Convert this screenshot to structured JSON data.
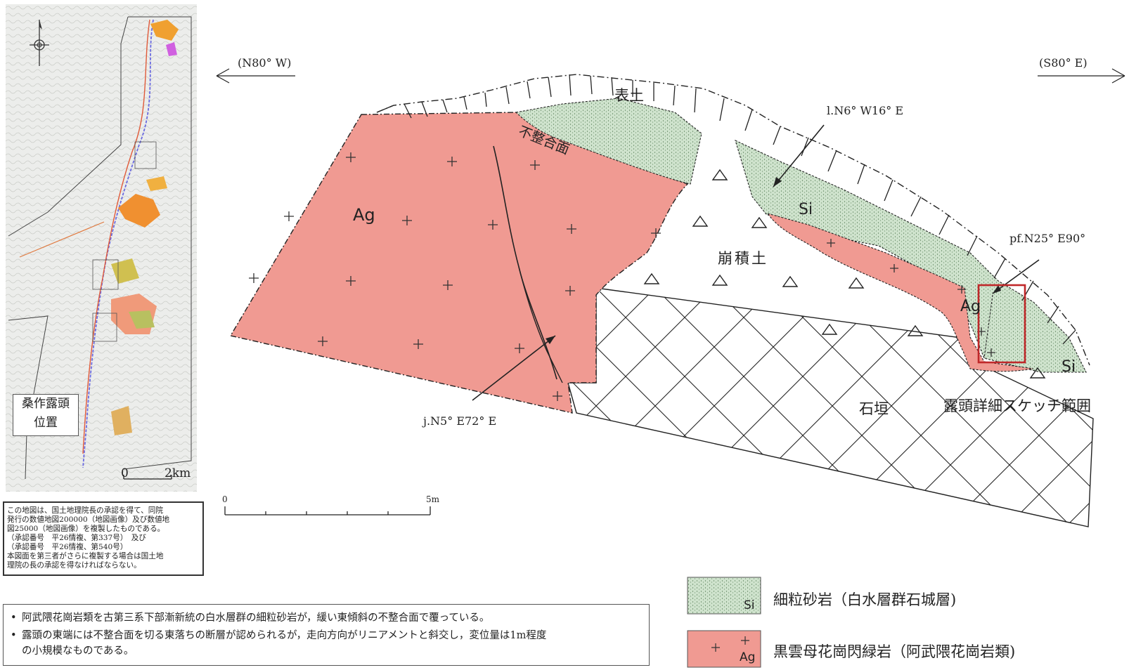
{
  "map_panel": {
    "location_label": "桑作露頭\n位置",
    "scale_zero": "0",
    "scale_km": "2km"
  },
  "notice_text": "この地図は、国土地理院長の承認を得て、同院\n発行の数値地図200000（地図画像）及び数値地\n図25000（地図画像）を複製したものである。\n（承認番号　平26情複、第337号）　及び\n（承認番号　平26情複、第540号）\n本図面を第三者がさらに複製する場合は国土地\n理院の長の承認を得なければならない。",
  "summary": {
    "bullets": [
      "阿武隈花崗岩類を古第三系下部漸新統の白水層群の細粒砂岩が，緩い東傾斜の不整合面で覆っている。",
      "露頭の東端には不整合面を切る東落ちの断層が認められるが，走向方向がリニアメントと斜交し，変位量は1m程度\nの小規模なものである。"
    ]
  },
  "sketch": {
    "direction_left": "(N80°  W)",
    "direction_right": "(S80°  E)",
    "topsoil_label": "表土",
    "unconformity_label": "不整合面",
    "ag_label_main": "Ag",
    "ag_label_right": "Ag",
    "si_label_upper": "Si",
    "si_label_lower": "Si",
    "colluvium_label": "崩積土",
    "stone_wall_label": "石垣",
    "lineation_label": "l.N6°  W16°  E",
    "joint_label": "j.N5°  E72°  E",
    "fault_plane_label": "pf.N25°  E90°",
    "detail_range_label": "露頭詳細スケッチ範囲",
    "scale_zero": "0",
    "scale_5m": "5m"
  },
  "legend": {
    "items": [
      {
        "symbol": "Si",
        "label": "細粒砂岩（白水層群石城層)",
        "color": "#cfe3cd"
      },
      {
        "symbol": "Ag",
        "label": "黒雲母花崗閃緑岩（阿武隈花崗岩類)",
        "color": "#f09a92"
      }
    ]
  },
  "colors": {
    "granite": "#f09a92",
    "sandstone": "#cfe3cd",
    "detail_box": "#c0282a"
  }
}
